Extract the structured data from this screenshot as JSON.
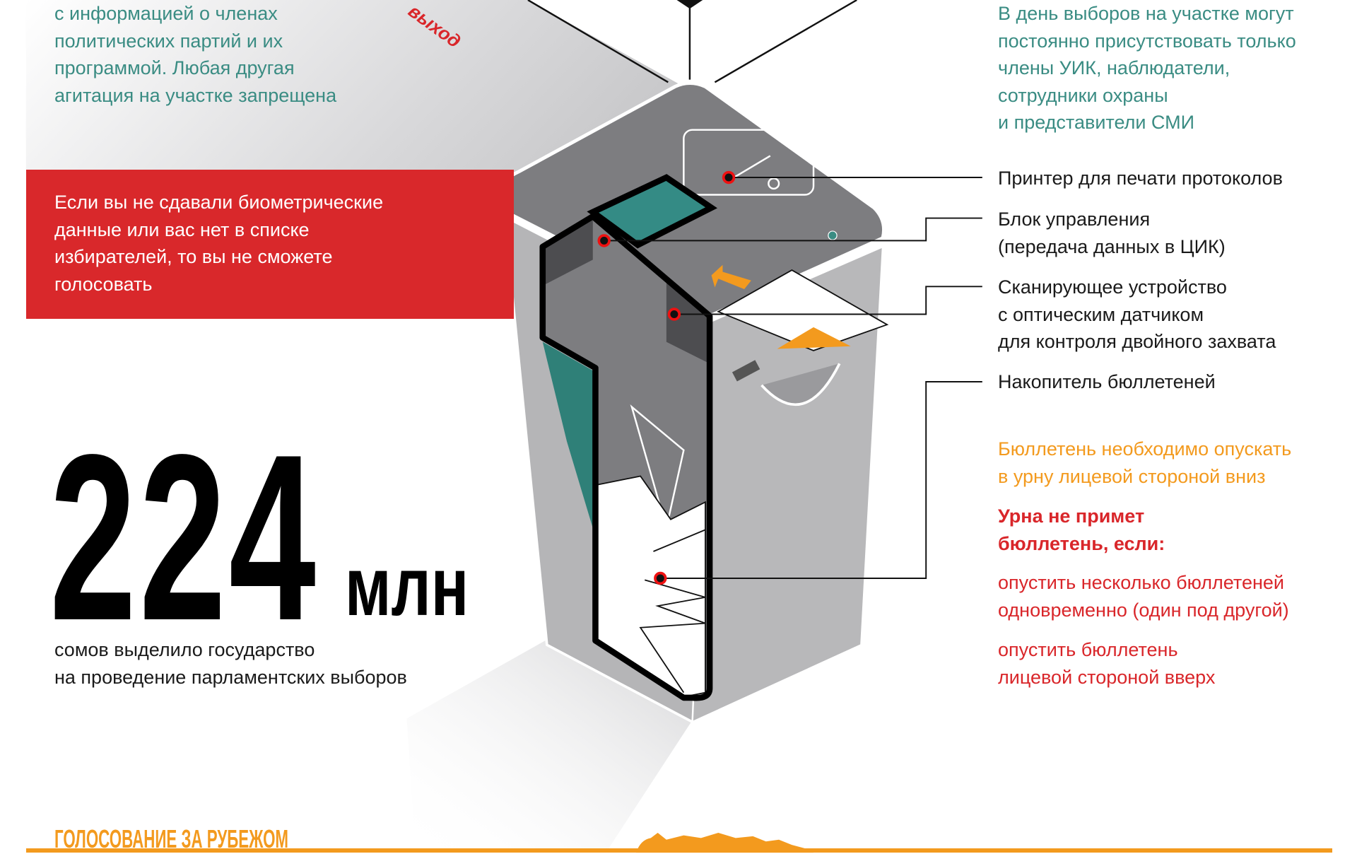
{
  "top_left_note": {
    "lines": [
      "с информацией о членах",
      "политических партий и их",
      "программой. Любая другая",
      "агитация на участке запрещена"
    ]
  },
  "exit_label": "выход",
  "red_band": {
    "lines": [
      "Если вы не сдавали биометрические",
      "данные или вас нет в списке",
      "избирателей, то вы не сможете",
      "голосовать"
    ]
  },
  "top_right_note": {
    "lines": [
      "В день выборов на участке могут",
      "постоянно присутствовать только",
      "члены УИК, наблюдатели,",
      "сотрудники охраны",
      "и представители СМИ"
    ]
  },
  "callouts": [
    {
      "lines": [
        "Принтер для печати протоколов"
      ]
    },
    {
      "lines": [
        "Блок управления",
        "(передача данных в ЦИК)"
      ]
    },
    {
      "lines": [
        "Сканирующее устройство",
        "с оптическим датчиком",
        "для контроля двойного захвата"
      ]
    },
    {
      "lines": [
        "Накопитель бюллетеней"
      ]
    }
  ],
  "instruction": {
    "lines": [
      "Бюллетень необходимо опускать",
      "в урну лицевой стороной вниз"
    ]
  },
  "rejection": {
    "heading": [
      "Урна не примет",
      "бюллетень, если:"
    ],
    "reasons": [
      {
        "lines": [
          "опустить несколько бюллетеней",
          "одновременно (один под другой)"
        ]
      },
      {
        "lines": [
          "опустить бюллетень",
          "лицевой стороной вверх"
        ]
      }
    ]
  },
  "budget": {
    "value": "224",
    "unit": "млн",
    "caption": [
      "сомов выделило государство",
      "на проведение парламентских выборов"
    ]
  },
  "bottom_section": {
    "title": "ГОЛОСОВАНИЕ ЗА РУБЕЖОМ"
  },
  "colors": {
    "teal": "#3a8c83",
    "red": "#d9282b",
    "orange": "#f39a1e",
    "machine_gray": "#7d7d80",
    "machine_light": "#b5b5b7"
  }
}
